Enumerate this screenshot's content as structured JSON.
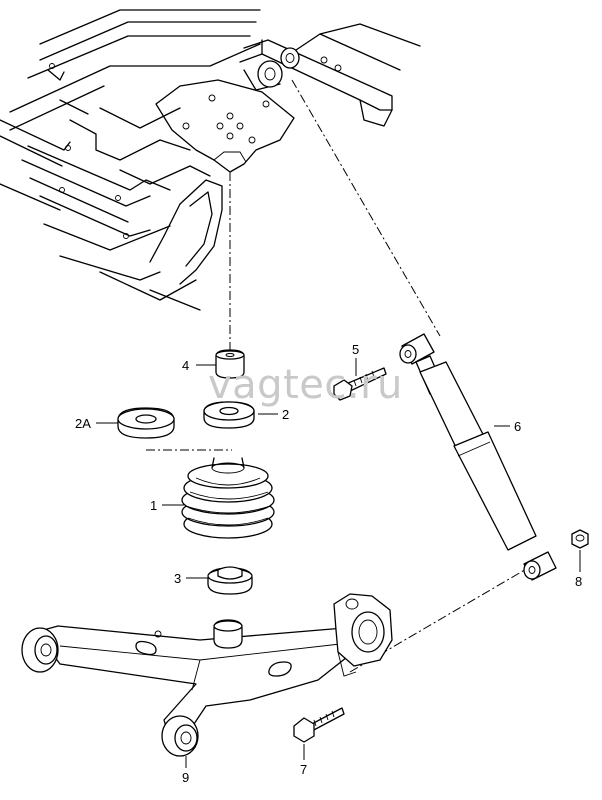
{
  "watermark": "vagtec.ru",
  "callouts": {
    "p1": "1",
    "p2": "2",
    "p2a": "2A",
    "p3": "3",
    "p4": "4",
    "p5": "5",
    "p6": "6",
    "p7": "7",
    "p8": "8",
    "p9": "9"
  }
}
